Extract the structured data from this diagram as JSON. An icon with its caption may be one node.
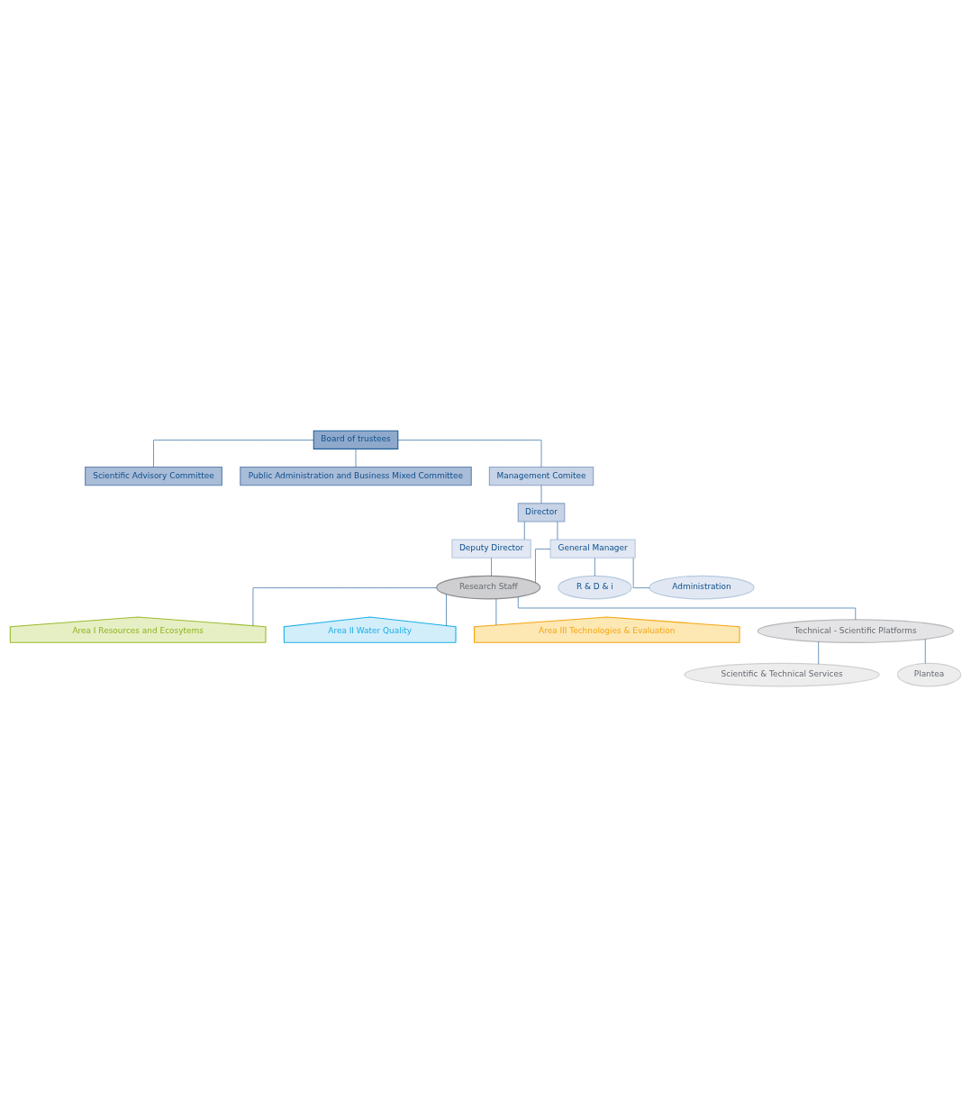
{
  "diagram": {
    "nodes": [
      {
        "text": [
          "Board of trustees"
        ]
      },
      {
        "text": [
          "Scientific Advisory Committee"
        ]
      },
      {
        "text": [
          "Public Administration and Business Mixed Committee"
        ]
      },
      {
        "text": [
          "Management Comitee"
        ]
      },
      {
        "text": [
          "Director"
        ]
      },
      {
        "text": [
          "Deputy Director"
        ]
      },
      {
        "text": [
          "General Manager"
        ]
      },
      {
        "text": [
          "Research Staff"
        ]
      },
      {
        "text": [
          "R & D & i"
        ]
      },
      {
        "text": [
          "Administration"
        ]
      },
      {
        "text": [
          "Area I Resources and Ecosytems"
        ]
      },
      {
        "text": [
          "Area II Water Quality"
        ]
      },
      {
        "text": [
          "Area III Technologies & Evaluation"
        ]
      },
      {
        "text": [
          "Technical - Scientific Platforms"
        ]
      },
      {
        "text": [
          "Scientific & Technical Services"
        ]
      },
      {
        "text": [
          "Plantea"
        ]
      }
    ],
    "edges": [
      {
        "from": 0,
        "to": 1,
        "arrow": "none"
      },
      {
        "from": 0,
        "to": 2,
        "arrow": "none"
      },
      {
        "from": 0,
        "to": 3,
        "arrow": "none"
      },
      {
        "from": 3,
        "to": 4,
        "arrow": "none"
      },
      {
        "from": 4,
        "to": 5,
        "arrow": "none"
      },
      {
        "from": 4,
        "to": 6,
        "arrow": "none"
      },
      {
        "from": 5,
        "to": 7,
        "arrow": "none"
      },
      {
        "from": 6,
        "to": 7,
        "arrow": "none"
      },
      {
        "from": 6,
        "to": 8,
        "arrow": "none"
      },
      {
        "from": 6,
        "to": 9,
        "arrow": "none"
      },
      {
        "from": 7,
        "to": 10,
        "arrow": "none"
      },
      {
        "from": 7,
        "to": 11,
        "arrow": "none"
      },
      {
        "from": 7,
        "to": 12,
        "arrow": "none"
      },
      {
        "from": 7,
        "to": 13,
        "arrow": "none"
      },
      {
        "from": 13,
        "to": 14,
        "arrow": "none"
      },
      {
        "from": 13,
        "to": 15,
        "arrow": "none"
      }
    ]
  }
}
